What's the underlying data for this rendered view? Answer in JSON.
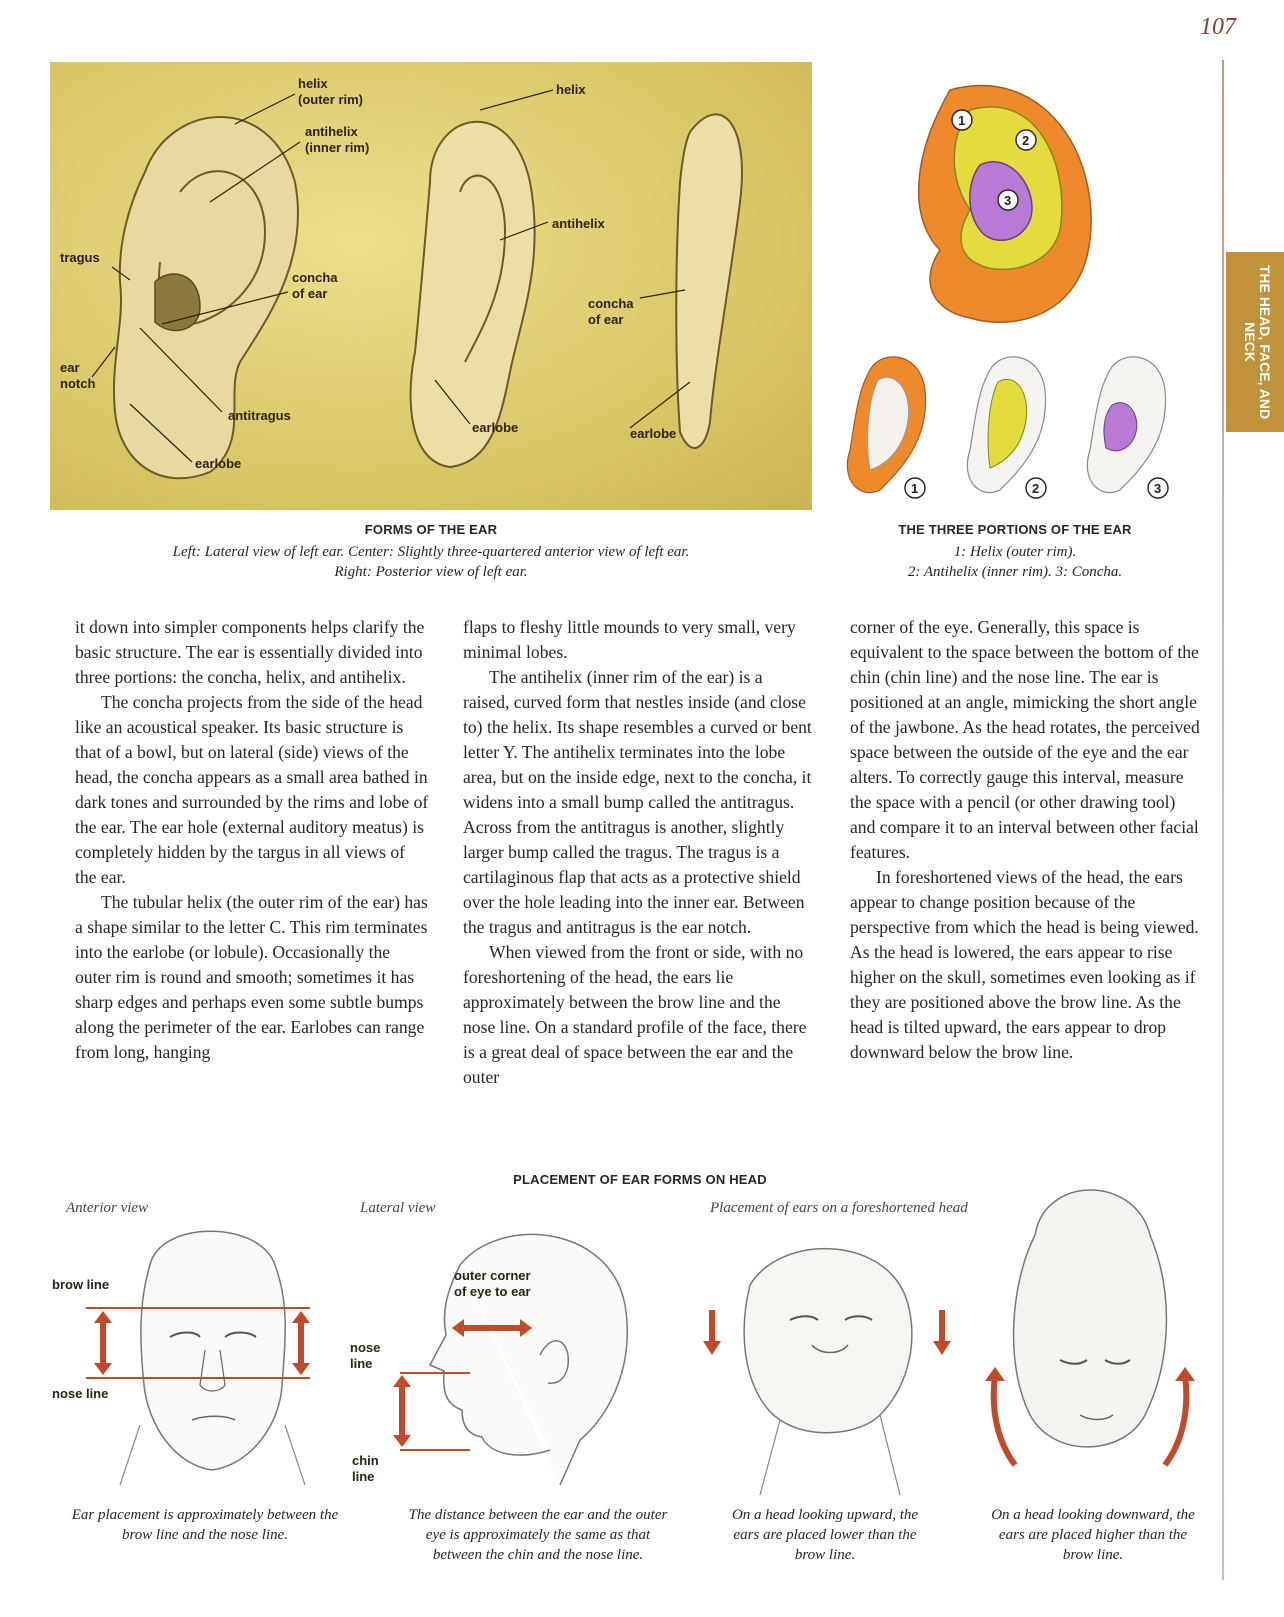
{
  "page_number": "107",
  "section_tab": "THE HEAD, FACE, AND NECK",
  "forms_figure": {
    "labels": {
      "helix_outer_rim": "helix\n(outer rim)",
      "antihelix_inner_rim": "antihelix\n(inner rim)",
      "tragus": "tragus",
      "concha_of_ear_left": "concha\nof ear",
      "ear_notch": "ear\nnotch",
      "antitragus": "antitragus",
      "earlobe_left": "earlobe",
      "helix_center": "helix",
      "antihelix_center": "antihelix",
      "earlobe_center": "earlobe",
      "concha_of_ear_right": "concha\nof ear",
      "earlobe_right": "earlobe"
    },
    "title": "FORMS OF THE EAR",
    "caption_line1": "Left: Lateral view of left ear. Center: Slightly three-quartered anterior view of left ear.",
    "caption_line2": "Right: Posterior view of left ear."
  },
  "portions_figure": {
    "numbers": [
      "1",
      "2",
      "3"
    ],
    "title": "THE THREE PORTIONS OF THE EAR",
    "caption_line1": "1: Helix (outer rim).",
    "caption_line2": "2: Antihelix (inner rim). 3: Concha.",
    "colors": {
      "helix": "#ef8a2c",
      "antihelix": "#e2dc3c",
      "concha": "#b97ad6"
    }
  },
  "body_text": {
    "col1": [
      "it down into simpler components helps clarify the basic structure. The ear is essentially divided into three portions: the concha, helix, and antihelix.",
      "The concha projects from the side of the head like an acoustical speaker. Its basic structure is that of a bowl, but on lateral (side) views of the head, the concha appears as a small area bathed in dark tones and surrounded by the rims and lobe of the ear. The ear hole (external auditory meatus) is completely hidden by the targus in all views of the ear.",
      "The tubular helix (the outer rim of the ear) has a shape similar to the letter C. This rim terminates into the earlobe (or lobule). Occasionally the outer rim is round and smooth; sometimes it has sharp edges and perhaps even some subtle bumps along the perimeter of the ear. Earlobes can range from long, hanging"
    ],
    "col2": [
      "flaps to fleshy little mounds to very small, very minimal lobes.",
      "The antihelix (inner rim of the ear) is a raised, curved form that nestles inside (and close to) the helix. Its shape resembles a curved or bent letter Y. The antihelix terminates into the lobe area, but on the inside edge, next to the concha, it widens into a small bump called the antitragus. Across from the antitragus is another, slightly larger bump called the tragus. The tragus is a cartilaginous flap that acts as a protective shield over the hole leading into the inner ear. Between the tragus and antitragus is the ear notch.",
      "When viewed from the front or side, with no foreshortening of the head, the ears lie approximately between the brow line and the nose line. On a standard profile of the face, there is a great deal of space between the ear and the outer"
    ],
    "col3": [
      "corner of the eye. Generally, this space is equivalent to the space between the bottom of the chin (chin line) and the nose line. The ear is positioned at an angle, mimicking the short angle of the jawbone. As the head rotates, the perceived space between the outside of the eye and the ear alters. To correctly gauge this interval, measure the space with a pencil (or other drawing tool) and compare it to an interval between other facial features.",
      "In foreshortened views of the head, the ears appear to change position because of the perspective from which the head is being viewed. As the head is lowered, the ears appear to rise higher on the skull, sometimes even looking as if they are positioned above the brow line. As the head is tilted upward, the ears appear to drop downward below the brow line."
    ]
  },
  "placement_figure": {
    "title": "PLACEMENT OF EAR FORMS ON HEAD",
    "anterior_view_label": "Anterior view",
    "lateral_view_label": "Lateral view",
    "foreshortened_label": "Placement of ears on a foreshortened head",
    "brow_line": "brow line",
    "nose_line_left": "nose line",
    "outer_corner": "outer corner\nof eye to ear",
    "nose_line_center": "nose\nline",
    "chin_line": "chin\nline",
    "caption_anterior": "Ear placement is approximately between the brow line and the nose line.",
    "caption_lateral": "The distance between the ear and the outer eye is approximately the same as that between the chin and the nose line.",
    "caption_upward": "On a head looking upward, the ears are placed lower than the brow line.",
    "caption_downward": "On a head looking downward, the ears are placed higher than the brow line.",
    "arrow_color": "#c04a2a"
  }
}
